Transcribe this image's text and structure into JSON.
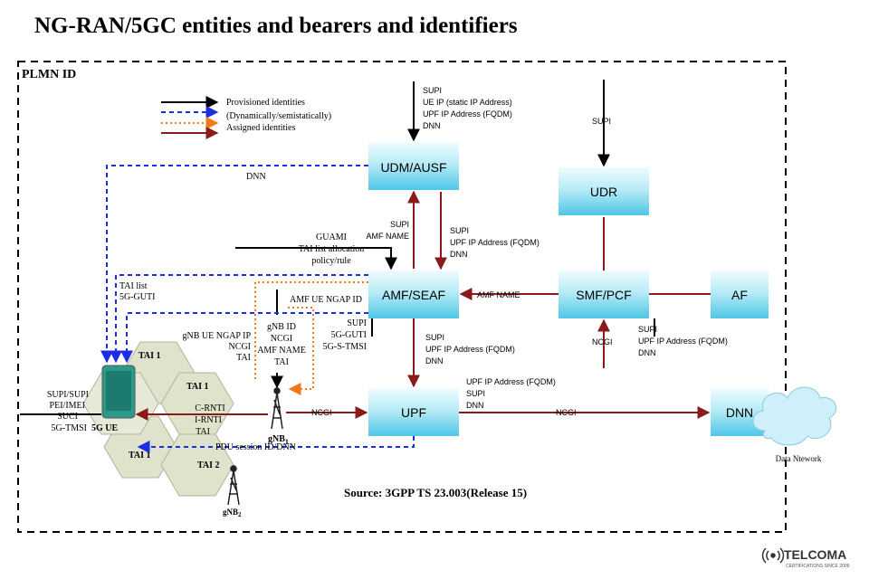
{
  "title": "NG-RAN/5GC  entities and bearers and identifiers",
  "plmn_label": "PLMN ID",
  "legend": {
    "provisioned": "Provisioned identities",
    "dynamic": "(Dynamically/semistatically)",
    "assigned_prefix": "Assigned identities"
  },
  "colors": {
    "provisioned": "#000000",
    "dynamic": "#1a2ee6",
    "dynamic_orange": "#f07a18",
    "assigned": "#8b1a1a",
    "node_top": "#eefbff",
    "node_bottom": "#4fc6e6",
    "hex_fill": "#dfe3cc",
    "phone": "#2a9a8a"
  },
  "nodes": {
    "udm": "UDM/AUSF",
    "udr": "UDR",
    "amf": "AMF/SEAF",
    "smf": "SMF/PCF",
    "af": "AF",
    "upf": "UPF",
    "dnn": "DNN"
  },
  "cells": {
    "tai1_a": "TAI 1",
    "tai1_b": "TAI 1",
    "tai1_c": "TAI 1",
    "tai2": "TAI 2"
  },
  "ue": {
    "label": "5G UE",
    "ids": [
      "SUPI/SUPI",
      "PEI/IMEI",
      "SUCI",
      "5G-TMSI"
    ]
  },
  "gnb1": {
    "label": "gNB",
    "sub": "1"
  },
  "gnb2": {
    "label": "gNB",
    "sub": "2"
  },
  "labels": {
    "udm_in": [
      "SUPI",
      "UE IP (static IP Address)",
      "UPF IP Address (FQDM)",
      "DNN"
    ],
    "udr_in": "SUPI",
    "dnn_top": "DNN",
    "amf_udm_up": [
      "SUPI",
      "AMF NAME"
    ],
    "udm_amf_down": [
      "SUPI",
      "UPF IP Address (FQDM)",
      "DNN"
    ],
    "guami": [
      "GUAMI",
      "TAI list allocation",
      "policy/rule"
    ],
    "tai_list": [
      "TAI list",
      "5G-GUTI"
    ],
    "amf_ue_ngap": "AMF UE NGAP ID",
    "gnb_ue_ngap": [
      "gNB UE NGAP IP",
      "NCGI",
      "TAI"
    ],
    "gnb_id": [
      "gNB ID",
      "NCGI",
      "AMF NAME",
      "TAI"
    ],
    "amf_ue_right": [
      "SUPI",
      "5G-GUTI",
      "5G-S-TMSI"
    ],
    "amf_name": "AMF NAME",
    "amf_upf": [
      "SUPI",
      "UPF IP Address (FQDM)",
      "DNN"
    ],
    "ncgi_smf": "NCGI",
    "smf_upf": [
      "SUPI",
      "UPF IP Address (FQDM)",
      "DNN"
    ],
    "upf_dnn_top": [
      "UPF IP Address (FQDM)",
      "SUPI",
      "DNN"
    ],
    "ncgi_gnb_upf": "NCGI",
    "ncgi_upf_dnn": "NCGI",
    "crnti": [
      "C-RNTI",
      "I-RNTI",
      "TAI"
    ],
    "pdu": "PDU session ID/DNN",
    "data_network": "Data Ntework",
    "source": "Source: 3GPP TS 23.003(Release 15)"
  },
  "brand": {
    "name": "TELCOMA",
    "tagline": "CERTIFICATIONS SINCE 2009"
  }
}
